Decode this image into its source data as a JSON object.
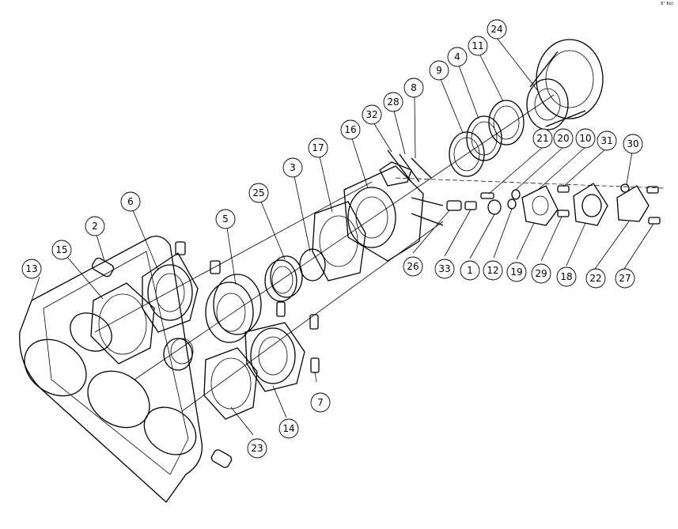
{
  "corner_mark": "6\" 6cc",
  "callouts": [
    "2",
    "3",
    "4",
    "5",
    "6",
    "7",
    "8",
    "9",
    "10",
    "11",
    "12",
    "13",
    "14",
    "15",
    "16",
    "17",
    "18",
    "19",
    "20",
    "21",
    "22",
    "23",
    "24",
    "25",
    "26",
    "27",
    "28",
    "29",
    "30",
    "31",
    "32",
    "33",
    "1"
  ]
}
